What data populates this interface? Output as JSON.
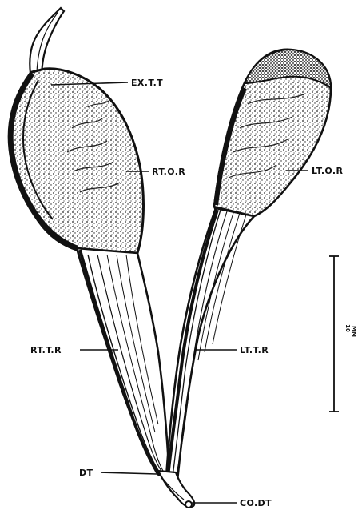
{
  "labels": {
    "ex_t_t": "EX.T.T",
    "rt_o_r": "RT.O.R",
    "lt_o_r": "LT.O.R",
    "rt_t_r": "RT.T.R",
    "lt_t_r": "LT.T.R",
    "dt": "DT",
    "co_dt": "CO.DT"
  },
  "scale_bar": {
    "value": "10",
    "unit": "MM"
  },
  "colors": {
    "ink": "#111111",
    "paper": "#ffffff"
  }
}
